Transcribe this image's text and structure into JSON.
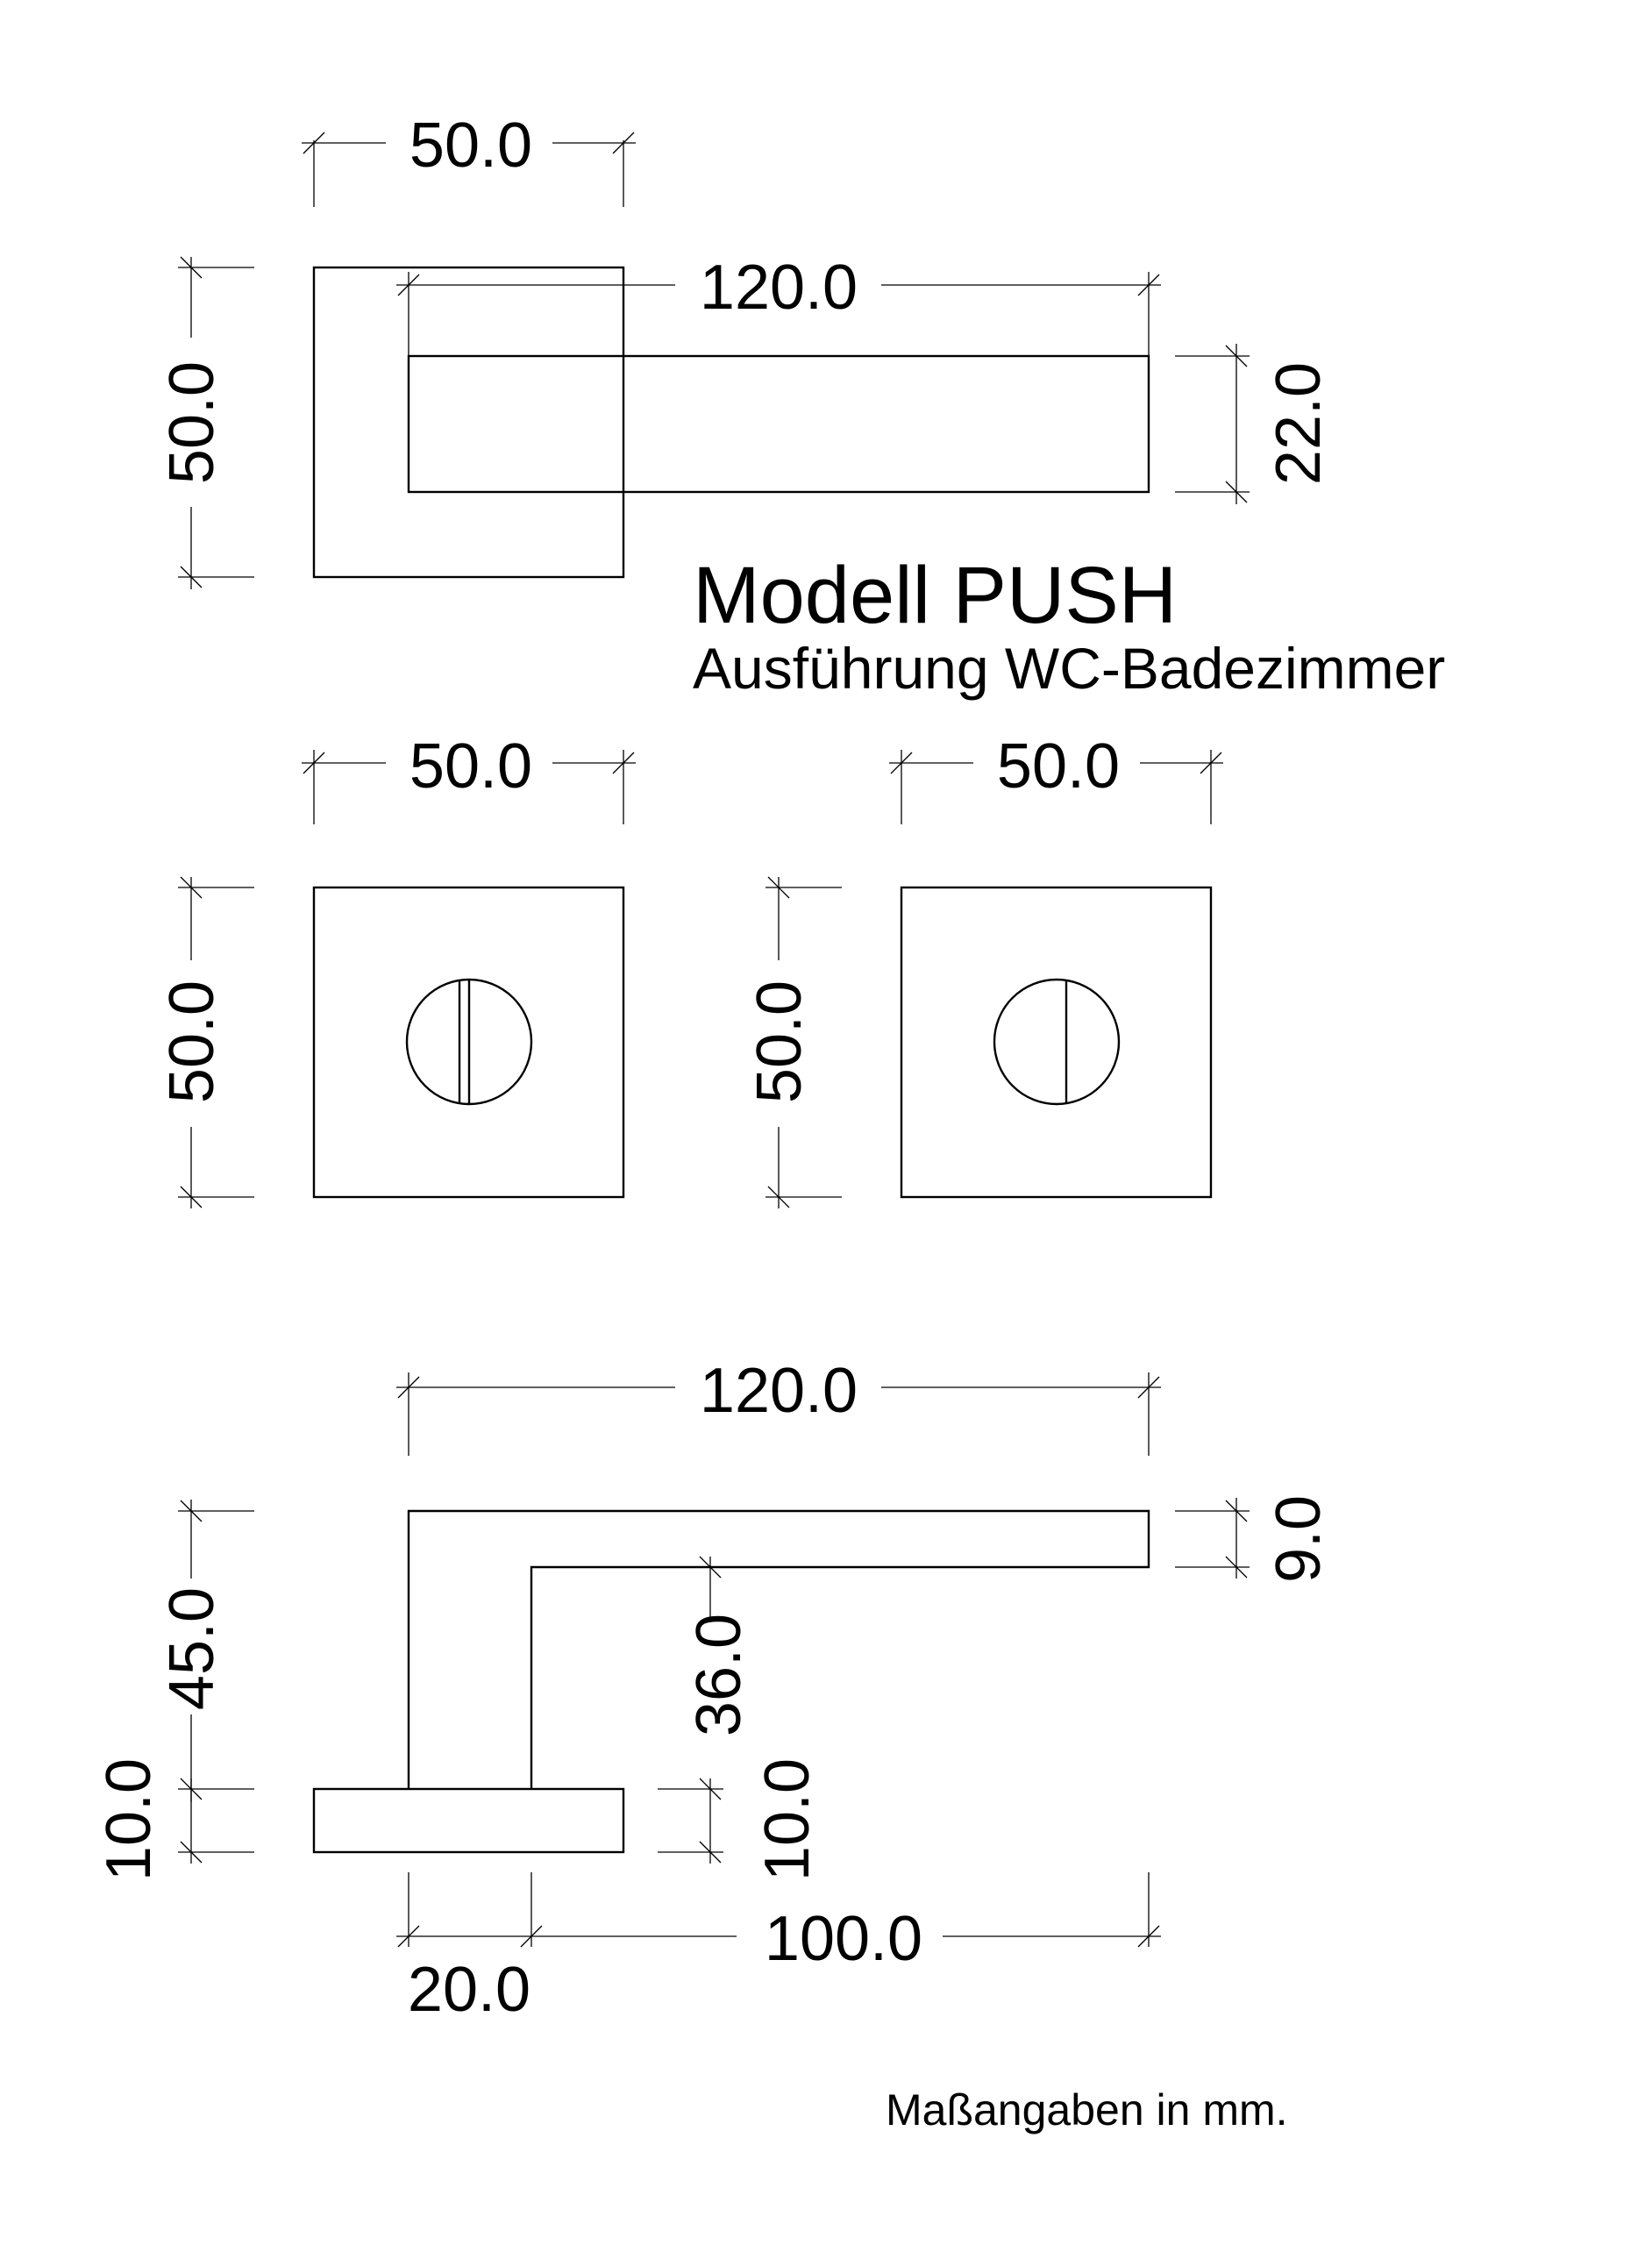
{
  "title": "Modell PUSH",
  "subtitle": "Ausführung WC-Badezimmer",
  "unit_note": "Maßangaben in mm.",
  "views": {
    "handle_top": {
      "rose_width": "50.0",
      "rose_height": "50.0",
      "lever_length": "120.0",
      "lever_height": "22.0"
    },
    "rosette_left": {
      "width": "50.0",
      "height": "50.0"
    },
    "rosette_right": {
      "width": "50.0",
      "height": "50.0"
    },
    "handle_side": {
      "total_length": "120.0",
      "total_height": "45.0",
      "lever_thickness": "9.0",
      "inner_height": "36.0",
      "base_height_left": "10.0",
      "base_height_right": "10.0",
      "neck_width": "20.0",
      "lever_reach": "100.0"
    }
  }
}
